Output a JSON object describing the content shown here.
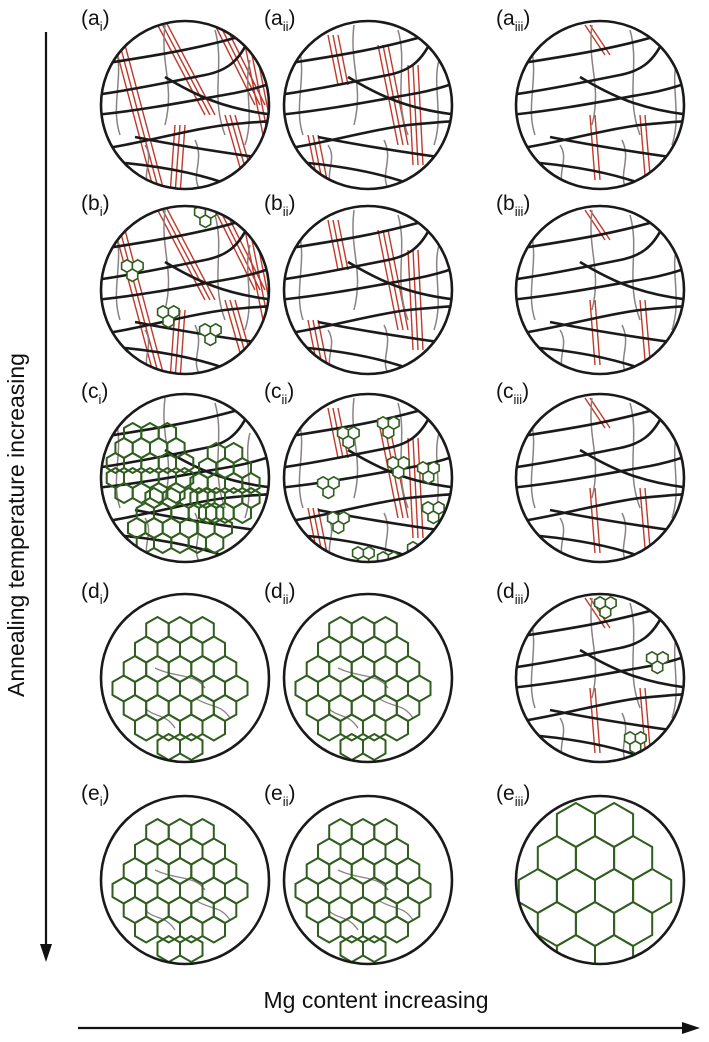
{
  "axes": {
    "vertical_label": "Annealing temperature increasing",
    "horizontal_label": "Mg content increasing"
  },
  "colors": {
    "outline": "#1a1a1a",
    "boundary": "#1a1a1a",
    "twin": "#c0392b",
    "dislocation": "#8a8282",
    "grain": "#2f5e1e"
  },
  "rows": [
    "a",
    "b",
    "c",
    "d",
    "e"
  ],
  "columns": [
    "i",
    "ii",
    "iii"
  ],
  "panels": [
    {
      "id": "a_i",
      "letter": "a",
      "sub": "i",
      "structure": "deformed",
      "twins": "dense",
      "nuclei": "none"
    },
    {
      "id": "a_ii",
      "letter": "a",
      "sub": "ii",
      "structure": "deformed",
      "twins": "medium",
      "nuclei": "none"
    },
    {
      "id": "a_iii",
      "letter": "a",
      "sub": "iii",
      "structure": "deformed",
      "twins": "sparse",
      "nuclei": "none"
    },
    {
      "id": "b_i",
      "letter": "b",
      "sub": "i",
      "structure": "deformed",
      "twins": "dense",
      "nuclei": "few"
    },
    {
      "id": "b_ii",
      "letter": "b",
      "sub": "ii",
      "structure": "deformed",
      "twins": "medium",
      "nuclei": "none"
    },
    {
      "id": "b_iii",
      "letter": "b",
      "sub": "iii",
      "structure": "deformed",
      "twins": "sparse",
      "nuclei": "none"
    },
    {
      "id": "c_i",
      "letter": "c",
      "sub": "i",
      "structure": "partially-recrystallized",
      "twins": "none",
      "nuclei": "clusters"
    },
    {
      "id": "c_ii",
      "letter": "c",
      "sub": "ii",
      "structure": "deformed",
      "twins": "medium",
      "nuclei": "many"
    },
    {
      "id": "c_iii",
      "letter": "c",
      "sub": "iii",
      "structure": "deformed",
      "twins": "sparse",
      "nuclei": "none"
    },
    {
      "id": "d_i",
      "letter": "d",
      "sub": "i",
      "structure": "recrystallized-fine",
      "twins": "none",
      "nuclei": "none"
    },
    {
      "id": "d_ii",
      "letter": "d",
      "sub": "ii",
      "structure": "recrystallized-fine",
      "twins": "none",
      "nuclei": "none"
    },
    {
      "id": "d_iii",
      "letter": "d",
      "sub": "iii",
      "structure": "deformed",
      "twins": "sparse",
      "nuclei": "few"
    },
    {
      "id": "e_i",
      "letter": "e",
      "sub": "i",
      "structure": "recrystallized-fine",
      "twins": "none",
      "nuclei": "none"
    },
    {
      "id": "e_ii",
      "letter": "e",
      "sub": "ii",
      "structure": "recrystallized-fine",
      "twins": "none",
      "nuclei": "none"
    },
    {
      "id": "e_iii",
      "letter": "e",
      "sub": "iii",
      "structure": "recrystallized-coarse",
      "twins": "none",
      "nuclei": "none"
    }
  ]
}
